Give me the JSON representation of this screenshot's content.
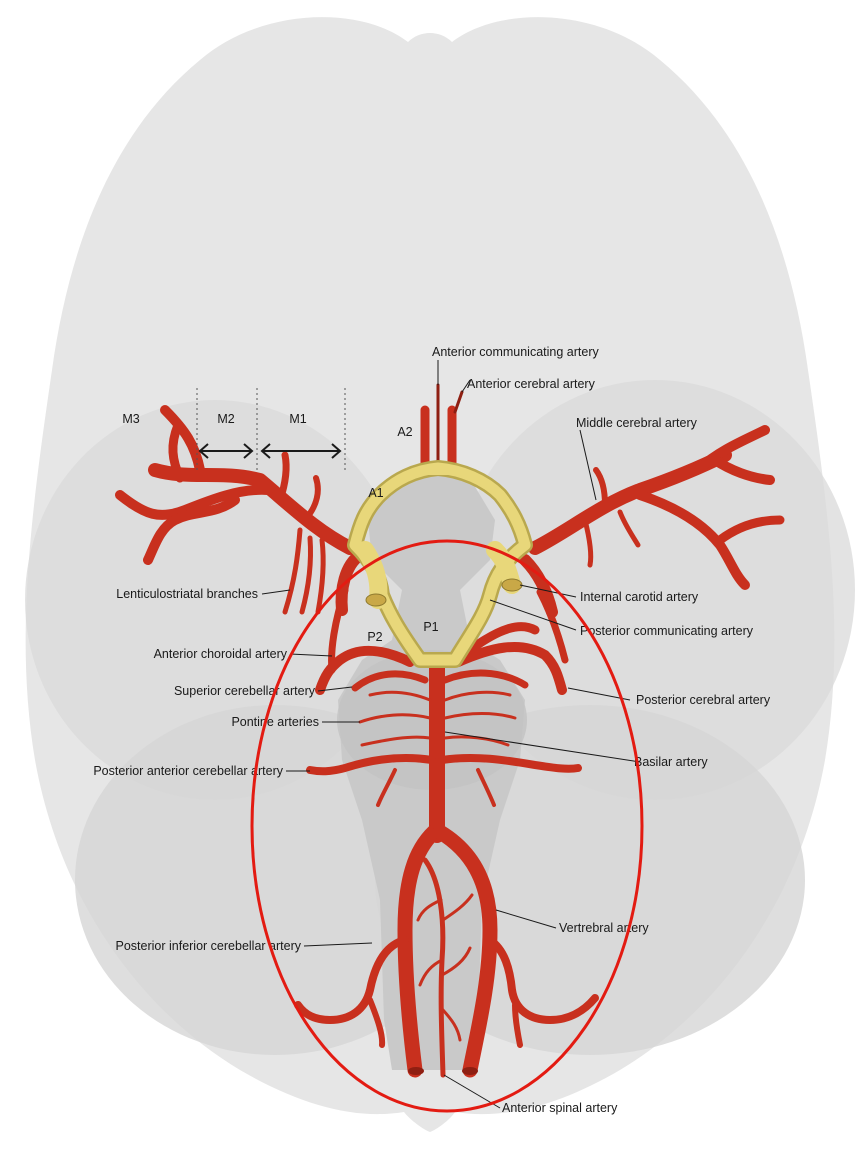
{
  "colors": {
    "background": "#ffffff",
    "brain": "#e6e6e6",
    "brain_shade": "#d6d6d6",
    "brainstem": "#c9c9c9",
    "artery": "#c8301e",
    "artery_dark": "#8f1f12",
    "circle_of_willis": "#e8d77a",
    "highlight_ellipse": "#e31b12",
    "label_text": "#1a1a1a"
  },
  "segments": {
    "m3": "M3",
    "m2": "M2",
    "m1": "M1",
    "a2": "A2",
    "a1": "A1",
    "p2": "P2",
    "p1": "P1"
  },
  "labels": {
    "anterior_communicating": "Anterior communicating artery",
    "anterior_cerebral": "Anterior cerebral artery",
    "middle_cerebral": "Middle cerebral artery",
    "lenticulostriatal": "Lenticulostriatal branches",
    "internal_carotid": "Internal carotid artery",
    "posterior_communicating": "Posterior communicating artery",
    "anterior_choroidal": "Anterior choroidal artery",
    "superior_cerebellar": "Superior cerebellar artery",
    "posterior_cerebral": "Posterior cerebral artery",
    "pontine": "Pontine arteries",
    "basilar": "Basilar artery",
    "posterior_anterior_cerebellar": "Posterior anterior cerebellar artery",
    "vertebral": "Vertrebral artery",
    "posterior_inferior_cerebellar": "Posterior inferior cerebellar artery",
    "anterior_spinal": "Anterior spinal artery"
  },
  "annotation": {
    "shape": "ellipse",
    "color": "#e31b12"
  }
}
